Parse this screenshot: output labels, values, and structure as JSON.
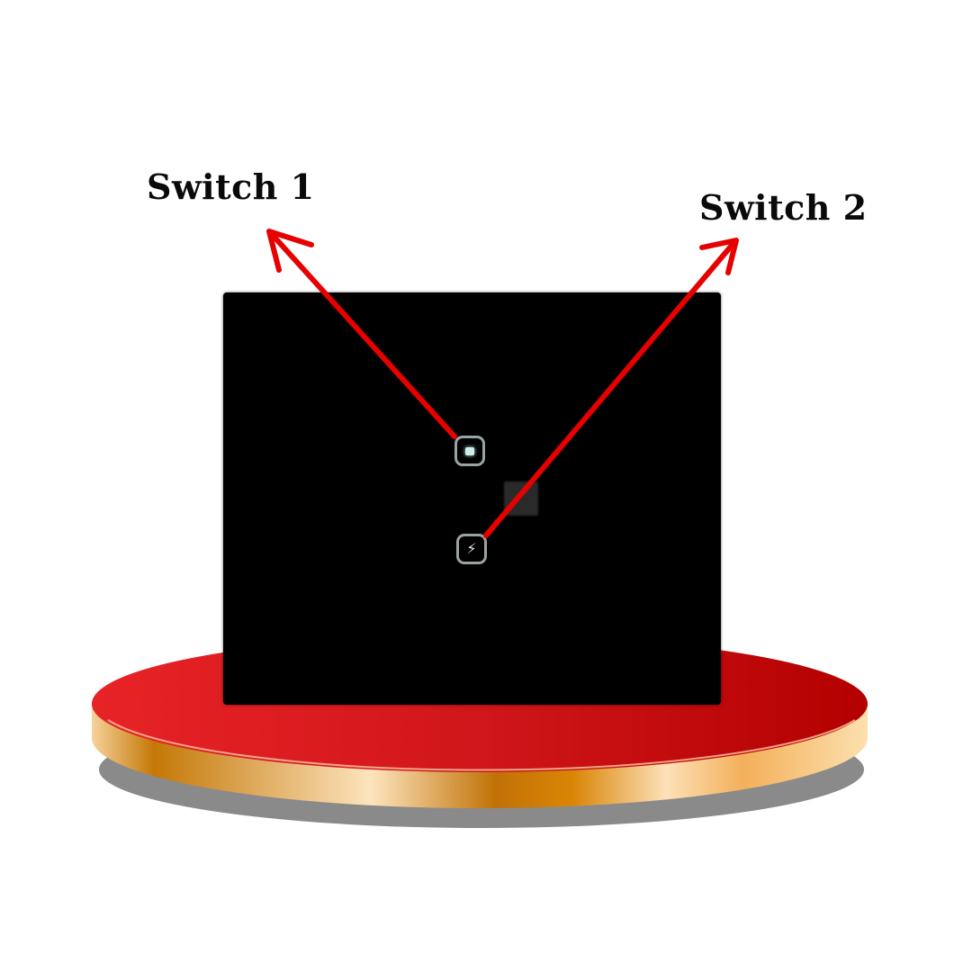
{
  "labels": {
    "switch1": "Switch 1",
    "switch2": "Switch 2"
  },
  "panel": {
    "color": "#000000",
    "buttons": [
      {
        "name": "switch-1",
        "icon": "square-light-icon"
      },
      {
        "name": "switch-2",
        "icon": "lightning-bolt-icon",
        "glyph": "⚡"
      }
    ]
  },
  "colors": {
    "arrow": "#e60000",
    "pedestal_top": "#d4161a",
    "pedestal_rim": "#d98a2b",
    "label_text": "#0a0a0a"
  }
}
